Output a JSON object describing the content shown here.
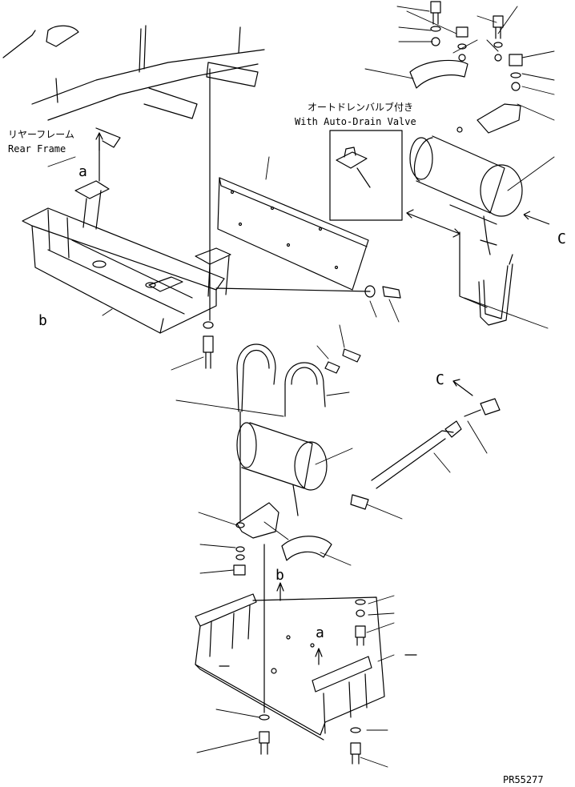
{
  "labels": {
    "rear_frame_jp": "リヤーフレーム",
    "rear_frame_en": "Rear Frame",
    "auto_drain_jp": "オートドレンバルブ付き",
    "auto_drain_en": "With Auto-Drain Valve",
    "ref_a": "a",
    "ref_b": "b",
    "ref_c": "C",
    "part_code": "PR55277"
  }
}
